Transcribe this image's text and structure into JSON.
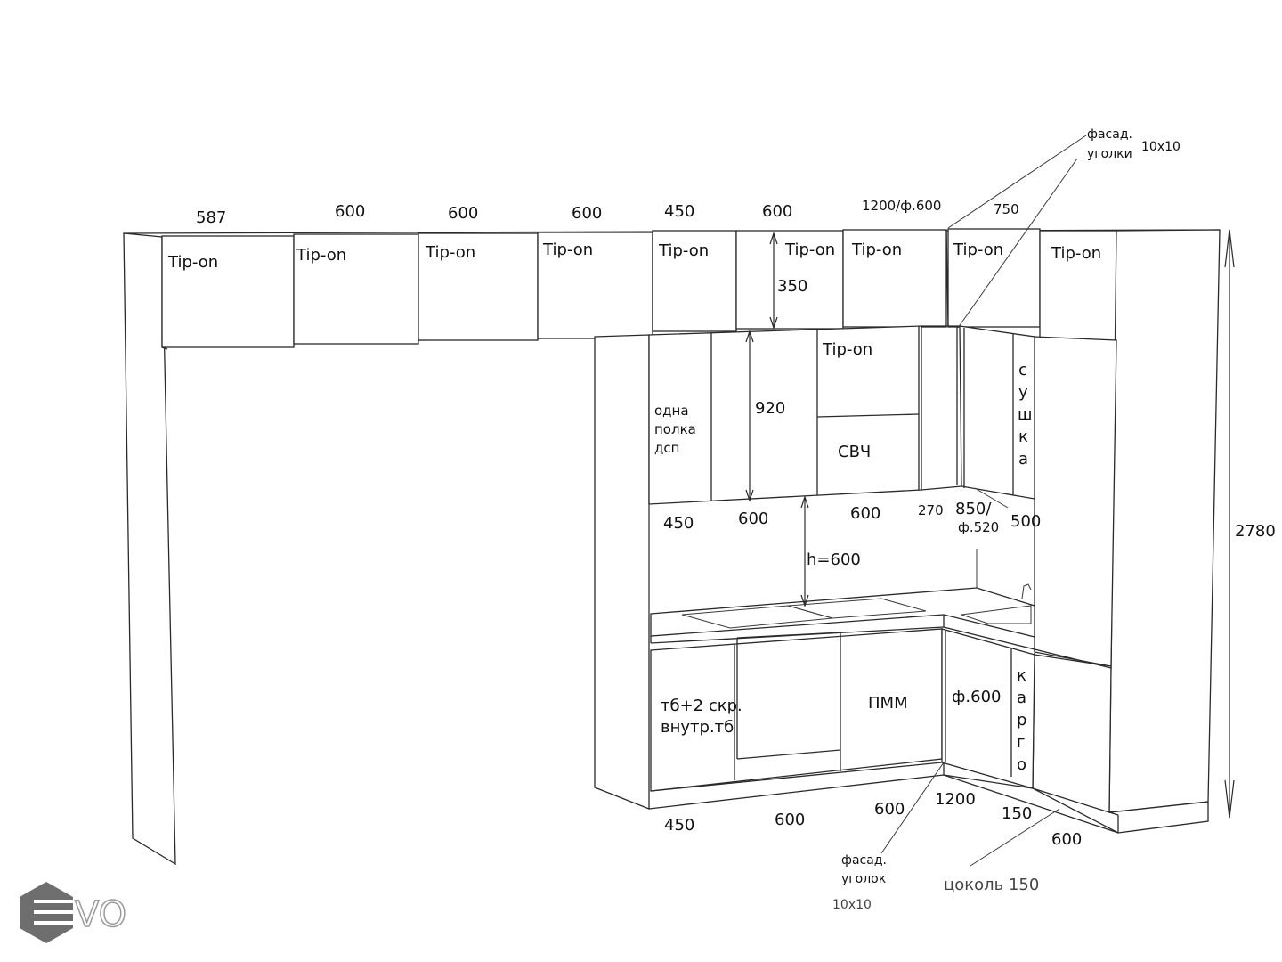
{
  "upper_row": {
    "widths": [
      "587",
      "600",
      "600",
      "600",
      "450",
      "600",
      "1200/ф.600",
      "750"
    ],
    "tip_on": "Tip-on",
    "mezzanine_height": "350"
  },
  "wall_cabinets": {
    "height": "920",
    "shelf_note": [
      "одна",
      "полка",
      "дсп"
    ],
    "top_tip_on": "Tip-on",
    "microwave": "СВЧ",
    "dryer": [
      "с",
      "у",
      "ш",
      "к",
      "а"
    ],
    "widths": [
      "450",
      "600",
      "600",
      "270"
    ],
    "corner_width": "850/",
    "corner_facade": "ф.520",
    "right_width": "500"
  },
  "backsplash": {
    "height": "h=600"
  },
  "base_cabinets": {
    "left_label": [
      "тб+2 скр.",
      "внутр.тб"
    ],
    "dishwasher": "ПММ",
    "corner_facade": "ф.600",
    "cargo": [
      "к",
      "а",
      "р",
      "г",
      "о"
    ],
    "widths": [
      "450",
      "600",
      "600",
      "1200",
      "150",
      "600"
    ],
    "plinth": "цоколь 150"
  },
  "annotations": {
    "top_corner": [
      "фасад.",
      "уголки"
    ],
    "top_corner_size": "10x10",
    "bottom_corner": [
      "фасад.",
      "уголок"
    ],
    "bottom_corner_size": "10x10"
  },
  "total_height": "2780",
  "logo": {
    "text": "VO",
    "color": "#6e6e6e"
  }
}
